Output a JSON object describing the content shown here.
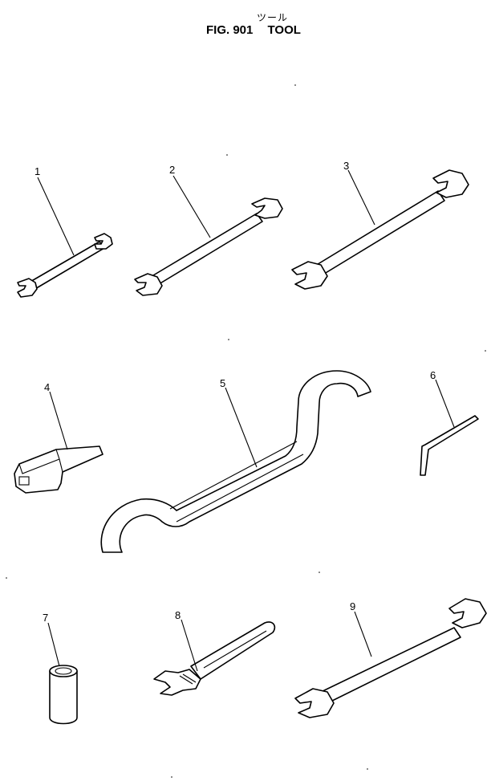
{
  "figure": {
    "title_jp": "ツール",
    "fig_label": "FIG. 901",
    "title": "TOOL"
  },
  "parts": [
    {
      "no": "1"
    },
    {
      "no": "2"
    },
    {
      "no": "3"
    },
    {
      "no": "4"
    },
    {
      "no": "5"
    },
    {
      "no": "6"
    },
    {
      "no": "7"
    },
    {
      "no": "8"
    },
    {
      "no": "9"
    }
  ]
}
